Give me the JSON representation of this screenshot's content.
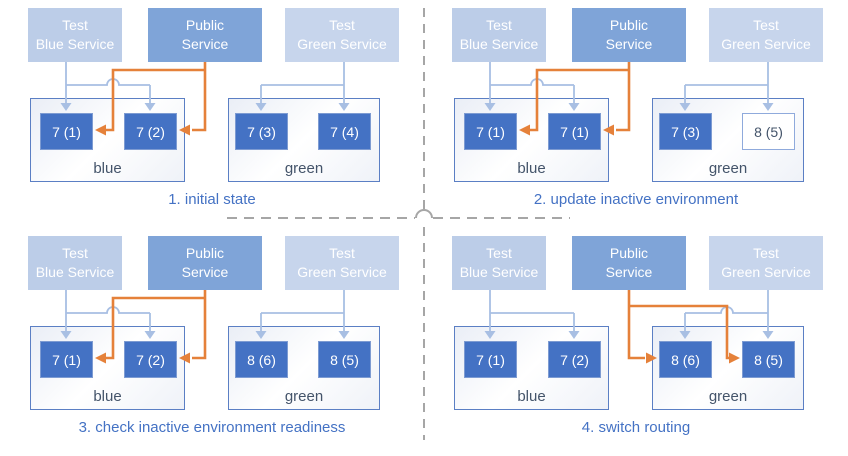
{
  "colors": {
    "pod_fill": "#4472C4",
    "public_service_fill": "#7FA4D8",
    "test_blue_service_fill": "#BCCDE8",
    "test_green_service_fill": "#C7D5EC",
    "environment_border": "#5B7FC4",
    "environment_label_text": "#44546A",
    "caption_text": "#4472C4",
    "test_route_arrow": "#A8BFE3",
    "public_route_arrow": "#E5813A",
    "divider_dash": "#A6A6A6",
    "outline_pod_border": "#8FAADC"
  },
  "services": {
    "test_blue": [
      "Test",
      "Blue Service"
    ],
    "public": [
      "Public",
      "Service"
    ],
    "test_green": [
      "Test",
      "Green Service"
    ]
  },
  "panels": [
    {
      "caption": "1. initial state",
      "blue_label": "blue",
      "green_label": "green",
      "public_routes_to": "blue",
      "pods": {
        "blue": [
          {
            "label": "7 (1)",
            "style": "solid"
          },
          {
            "label": "7 (2)",
            "style": "solid"
          }
        ],
        "green": [
          {
            "label": "7 (3)",
            "style": "solid"
          },
          {
            "label": "7 (4)",
            "style": "solid"
          }
        ]
      }
    },
    {
      "caption": "2. update inactive environment",
      "blue_label": "blue",
      "green_label": "green",
      "public_routes_to": "blue",
      "pods": {
        "blue": [
          {
            "label": "7 (1)",
            "style": "solid"
          },
          {
            "label": "7 (1)",
            "style": "solid"
          }
        ],
        "green": [
          {
            "label": "7 (3)",
            "style": "solid"
          },
          {
            "label": "8 (5)",
            "style": "outline"
          }
        ]
      }
    },
    {
      "caption": "3. check inactive environment readiness",
      "blue_label": "blue",
      "green_label": "green",
      "public_routes_to": "blue",
      "pods": {
        "blue": [
          {
            "label": "7 (1)",
            "style": "solid"
          },
          {
            "label": "7 (2)",
            "style": "solid"
          }
        ],
        "green": [
          {
            "label": "8 (6)",
            "style": "solid"
          },
          {
            "label": "8 (5)",
            "style": "solid"
          }
        ]
      }
    },
    {
      "caption": "4. switch routing",
      "blue_label": "blue",
      "green_label": "green",
      "public_routes_to": "green",
      "pods": {
        "blue": [
          {
            "label": "7 (1)",
            "style": "solid"
          },
          {
            "label": "7 (2)",
            "style": "solid"
          }
        ],
        "green": [
          {
            "label": "8 (6)",
            "style": "solid"
          },
          {
            "label": "8 (5)",
            "style": "solid"
          }
        ]
      }
    }
  ]
}
